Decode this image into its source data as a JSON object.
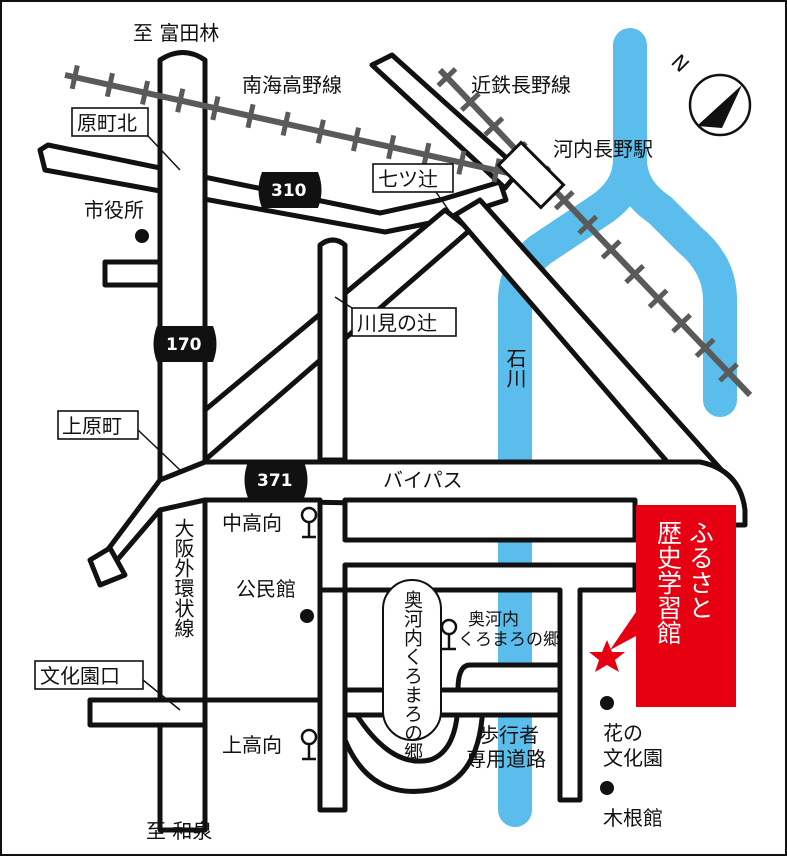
{
  "frame": {
    "border_color": "#111111",
    "background": "#ffffff"
  },
  "colors": {
    "river": "#5bbdeb",
    "rail": "#5a5a5a",
    "road_outline": "#111111",
    "highlight_red": "#e60012",
    "star": "#e60012"
  },
  "directions": {
    "north_label": "N",
    "to_tondabayashi": "至 富田林",
    "to_izumi": "至 和泉"
  },
  "railways": {
    "nankai": "南海高野線",
    "kintetsu": "近鉄長野線",
    "station": "河内長野駅"
  },
  "river": {
    "name": "石川"
  },
  "routes": {
    "r310": "310",
    "r170": "170",
    "r371": "371",
    "bypass": "バイパス",
    "outer_ring": "大阪外環状線"
  },
  "intersections": {
    "haramachi_kita": "原町北",
    "nanatsuji": "七ツ辻",
    "kawami_no_tsuji": "川見の辻",
    "kamiharamachi": "上原町",
    "bunkaen_guchi": "文化園口"
  },
  "places": {
    "city_hall": "市役所",
    "community_center": "公民館",
    "hana_no_bunkaen": "花の\n文化園",
    "hana_no_bunkaen_l1": "花の",
    "hana_no_bunkaen_l2": "文化園",
    "kinekan": "木根館",
    "kurumaro_area": "奥河内くろまろの郷",
    "kurumaro_stop_l1": "奥河内",
    "kurumaro_stop_l2": "くろまろの郷"
  },
  "bus_stops": {
    "nakatakamukai": "中高向",
    "kamitakamukai": "上高向"
  },
  "paths": {
    "pedestrian_l1": "歩行者",
    "pedestrian_l2": "専用道路"
  },
  "destination": {
    "line1": "ふるさと",
    "line2": "歴史学習館"
  }
}
